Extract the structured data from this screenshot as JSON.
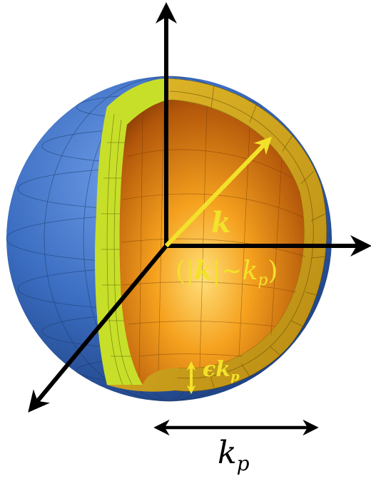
{
  "labels": {
    "vector": "k",
    "condition_open": "(|",
    "condition_k": "k",
    "condition_mid": "|~",
    "condition_kp": "k",
    "condition_sub": "p",
    "condition_close": ")",
    "thickness_eps": "ϵ",
    "thickness_k": "k",
    "thickness_sub": "p",
    "radius_k": "k",
    "radius_sub": "p"
  },
  "colors": {
    "outer_sphere": "#3a6cc0",
    "shell": "#c9a21a",
    "shell_rim": "#c8df2a",
    "inner_core": "#f5a11e",
    "label_yellow": "#f2e22a",
    "axes": "#000000"
  }
}
